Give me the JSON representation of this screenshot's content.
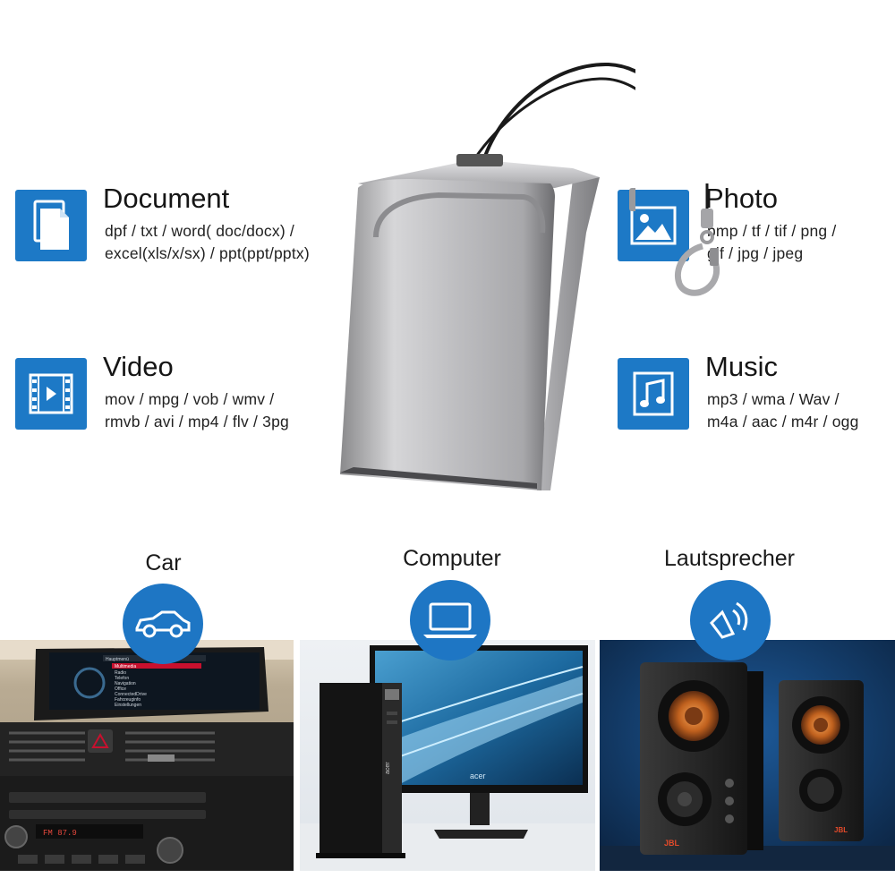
{
  "file_types": [
    {
      "title": "Document",
      "line1": "dpf / txt / word( doc/docx) /",
      "line2": "excel(xls/x/sx) / ppt(ppt/pptx)",
      "icon": "document-icon"
    },
    {
      "title": "Photo",
      "line1": "bmp / tf / tif / png /",
      "line2": "gif / jpg / jpeg",
      "icon": "photo-icon"
    },
    {
      "title": "Video",
      "line1": "mov / mpg / vob / wmv /",
      "line2": "rmvb / avi / mp4 / flv / 3pg",
      "icon": "video-icon"
    },
    {
      "title": "Music",
      "line1": "mp3 / wma / Wav /",
      "line2": "m4a / aac / m4r / ogg",
      "icon": "music-icon"
    }
  ],
  "devices": [
    {
      "label": "Car",
      "icon": "car-icon"
    },
    {
      "label": "Computer",
      "icon": "laptop-icon"
    },
    {
      "label": "Lautsprecher",
      "icon": "speaker-icon"
    }
  ],
  "car_screen": {
    "menu": [
      "Multimedia",
      "Radio",
      "Telefon",
      "Navigation",
      "Office",
      "ConnectedDrive",
      "Fahrzeuginfo",
      "Einstellungen"
    ],
    "header": "Hauptmenü",
    "radio_display": "FM 87.9"
  },
  "pc_brand": "acer",
  "speaker_brand": "JBL",
  "colors": {
    "accent": "#1e76c4",
    "text": "#151515",
    "background": "#ffffff"
  }
}
